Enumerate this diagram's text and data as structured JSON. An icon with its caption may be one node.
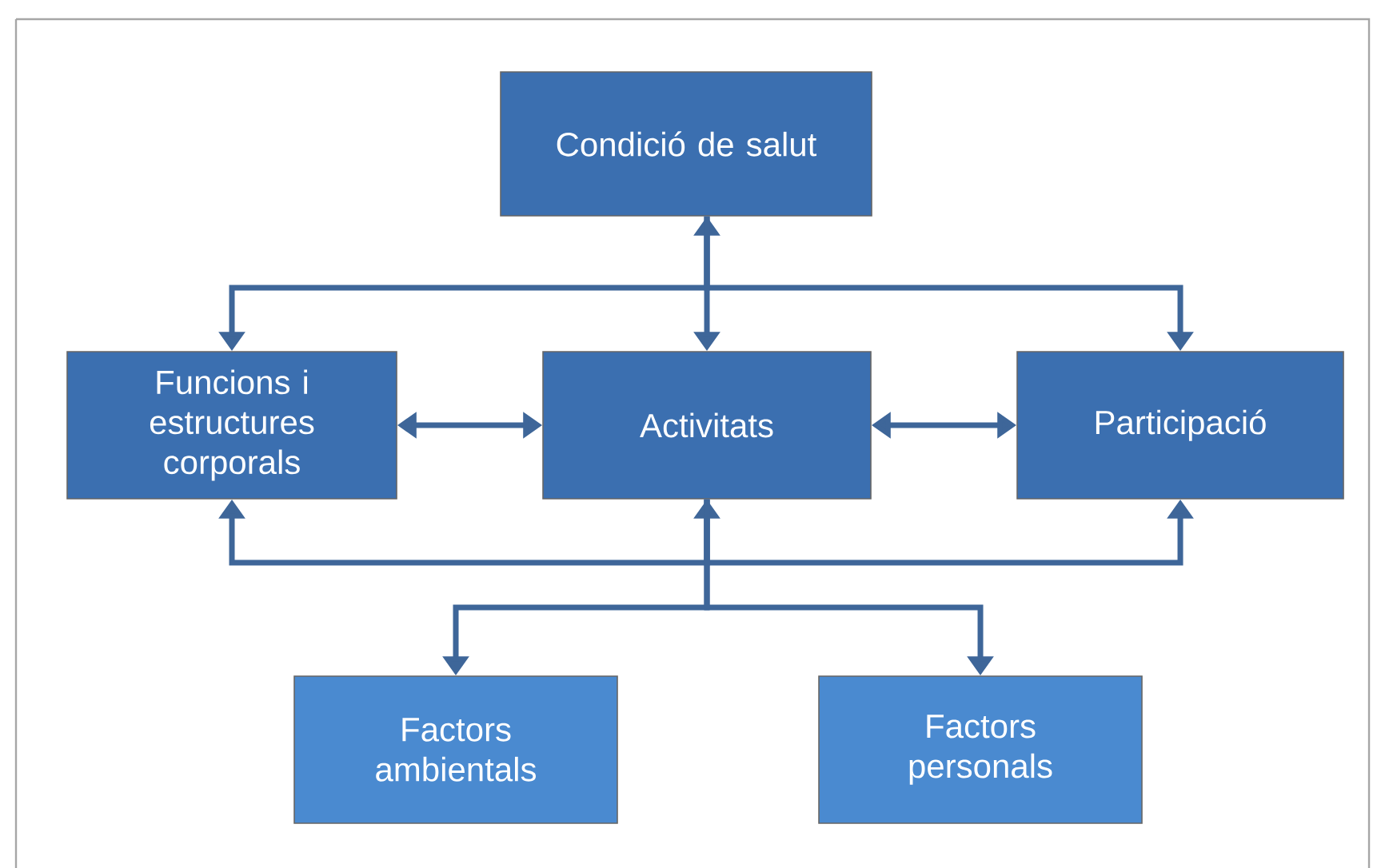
{
  "diagram": {
    "nodes": [
      {
        "text": [
          "Condició de salut"
        ]
      },
      {
        "text": [
          "Funcions i estructures corporals"
        ]
      },
      {
        "text": [
          "Activitats"
        ]
      },
      {
        "text": [
          "Participació"
        ]
      },
      {
        "text": [
          "Factors ambientals"
        ]
      },
      {
        "text": [
          "Factors personals"
        ]
      }
    ],
    "edges": [
      {
        "from": 0,
        "to": 2,
        "arrow": "both"
      },
      {
        "from": 0,
        "to": 1,
        "arrow": "to"
      },
      {
        "from": 0,
        "to": 3,
        "arrow": "to"
      },
      {
        "from": 1,
        "to": 2,
        "arrow": "both"
      },
      {
        "from": 2,
        "to": 3,
        "arrow": "both"
      },
      {
        "from": 2,
        "to": 1,
        "arrow": "both"
      },
      {
        "from": 2,
        "to": 3,
        "arrow": "to"
      },
      {
        "from": 2,
        "to": 4,
        "arrow": "to"
      },
      {
        "from": 2,
        "to": 5,
        "arrow": "to"
      }
    ]
  }
}
